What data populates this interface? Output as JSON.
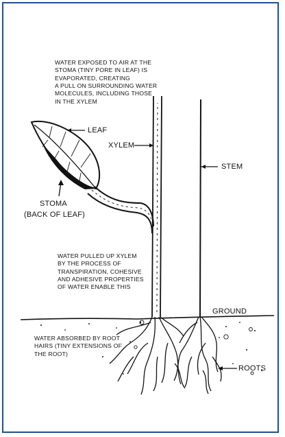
{
  "diagram": {
    "top_note": [
      "WATER EXPOSED TO AIR AT THE",
      "STOMA (TINY PORE IN LEAF)  IS",
      "EVAPORATED, CREATING",
      "A PULL ON SURROUNDING WATER",
      "MOLECULES, INCLUDING THOSE",
      "IN THE XYLEM"
    ],
    "labels": {
      "leaf": "LEAF",
      "xylem": "XYLEM",
      "stem": "STEM",
      "stoma": "STOMA",
      "stoma_sub": "(BACK OF LEAF)",
      "ground": "GROUND",
      "roots": "ROOTS"
    },
    "middle_note": [
      "WATER PULLED UP XYLEM",
      "BY THE PROCESS OF",
      "TRANSPIRATION, COHESIVE",
      "AND ADHESIVE PROPERTIES",
      "OF WATER ENABLE THIS"
    ],
    "bottom_note": [
      "WATER ABSORBED BY ROOT",
      "HAIRS (TINY EXTENSIONS OF",
      "THE ROOT)"
    ],
    "colors": {
      "border": "#1f4e8c",
      "ink": "#111111"
    }
  }
}
